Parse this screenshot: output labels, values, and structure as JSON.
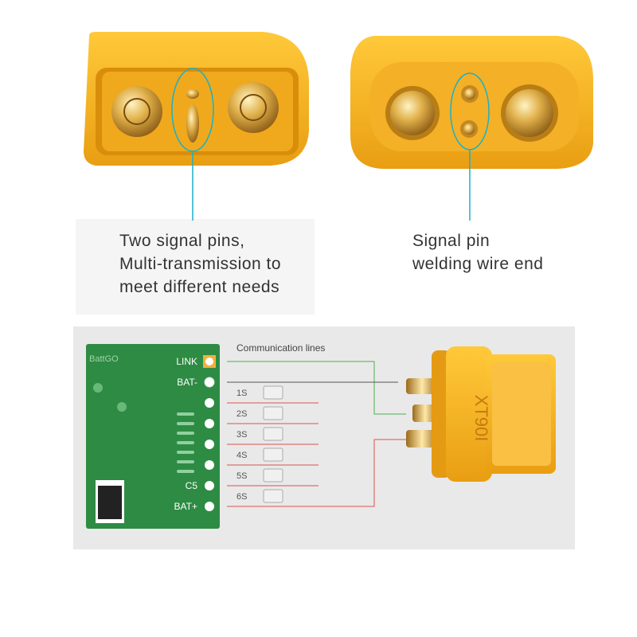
{
  "top_left": {
    "caption": "Two signal pins,\nMulti-transmission to\nmeet different needs"
  },
  "top_right": {
    "caption": "Signal pin\nwelding wire end"
  },
  "bottom": {
    "comm_title": "Communication lines",
    "board_brand": "BattGO",
    "pin_labels": [
      "LINK",
      "BAT-",
      "C5",
      "BAT+"
    ],
    "cell_labels": [
      "1S",
      "2S",
      "3S",
      "4S",
      "5S",
      "6S"
    ],
    "connector_marking": "XT90I"
  },
  "colors": {
    "connector_yellow": "#f7b422",
    "board_green": "#2e8b43",
    "callout_teal": "#1ab0c8",
    "red_line": "#d9534f",
    "green_line": "#4caf50"
  }
}
